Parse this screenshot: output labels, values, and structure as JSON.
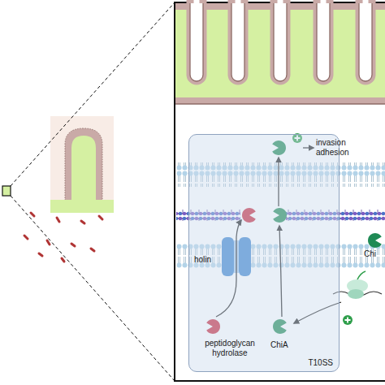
{
  "diagram": {
    "nodes": [
      {
        "text": [
          "T10SS"
        ]
      },
      {
        "text": [
          "holin"
        ],
        "in": 0
      },
      {
        "text": [
          "peptidoglycan hydrolase"
        ],
        "in": 0
      },
      {
        "text": [
          "ChiA"
        ],
        "in": 0
      }
    ],
    "labels": [
      "invasion adhesion",
      "Chi"
    ]
  }
}
